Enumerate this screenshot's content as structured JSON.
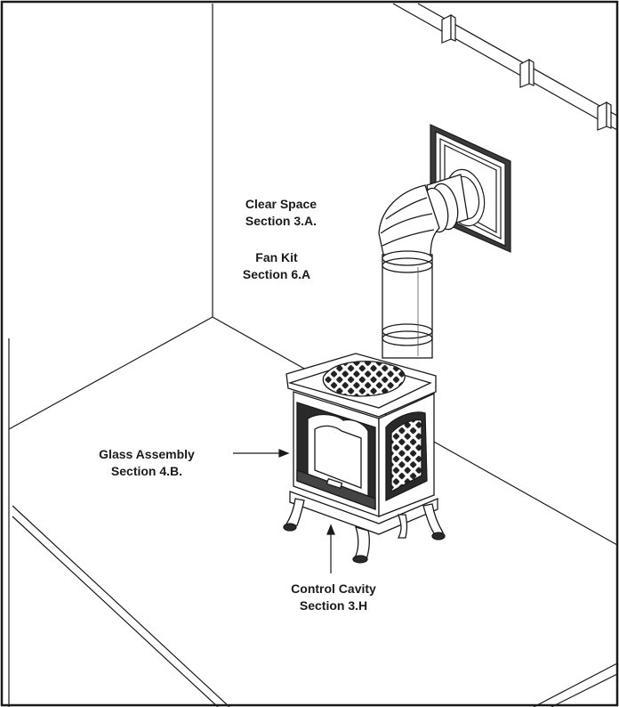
{
  "callouts": {
    "clear_space": {
      "title": "Clear Space",
      "section": "Section 3.A."
    },
    "fan_kit": {
      "title": "Fan Kit",
      "section": "Section 6.A"
    },
    "glass_assembly": {
      "title": "Glass Assembly",
      "section": "Section 4.B."
    },
    "control_cavity": {
      "title": "Control Cavity",
      "section": "Section 3.H"
    }
  },
  "colors": {
    "line": "#1a1a1a",
    "dark_metal": "#2a2a2a",
    "background": "#ffffff"
  }
}
